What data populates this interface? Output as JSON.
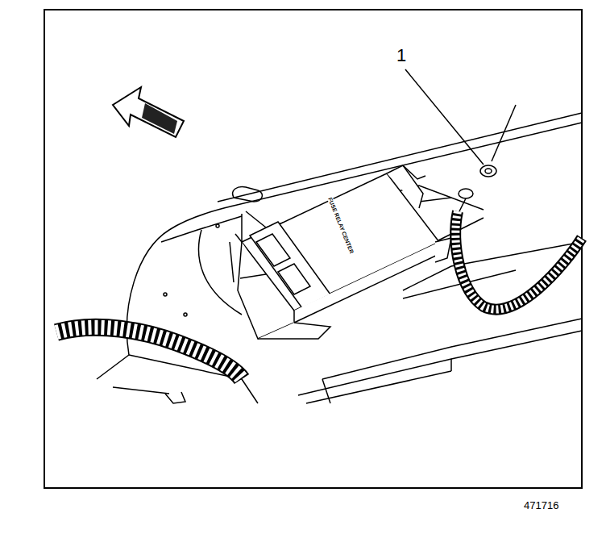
{
  "diagram": {
    "labels": [
      "1",
      "FUSE RELAY CENTER",
      "471716"
    ]
  }
}
